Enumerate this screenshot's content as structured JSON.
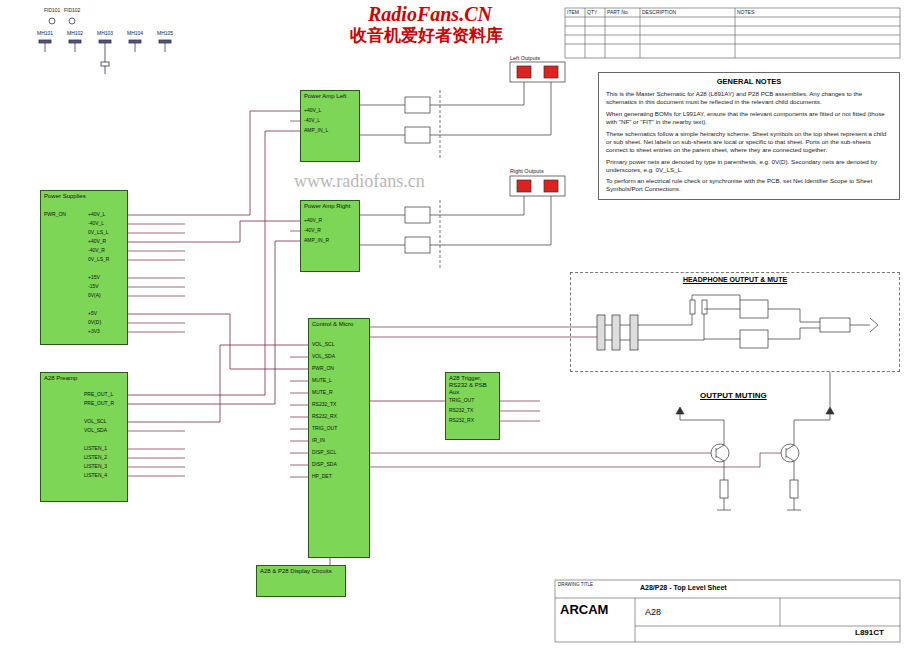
{
  "diagram": {
    "nodes": [
      {
        "text": [
          "Power Supplies"
        ]
      },
      {
        "text": [
          "A28 Preamp"
        ]
      },
      {
        "text": [
          "Power Amp Left"
        ]
      },
      {
        "text": [
          "Power Amp Right"
        ]
      },
      {
        "text": [
          "Control & Micro"
        ]
      },
      {
        "text": [
          "A28 Trigger, RS232 & PSB Aux"
        ]
      },
      {
        "text": [
          "A28 & P28 Display Circuits"
        ]
      },
      {
        "text": [
          "GENERAL NOTES",
          "This is the Master Schematic for A28 (L891AY) and P28 PCB assemblies. Any changes to the schematics in this document must be reflected in the relevant child documents.",
          "When generating BOMs for L991AY, ensure that the relevant components are fitted or not fitted (those with \"NF\" or \"FIT\" in the nearby text).",
          "These schematics follow a simple heirarchy scheme. Sheet symbols on the top sheet represent a child or sub sheet. Net labels on sub-sheets are local or specific to that sheet. Ports on the sub-sheets connect to sheet entries on the parent sheet, where they are connected together.",
          "Primary power nets are denoted by type in parenthesis, e.g. 0V(D). Secondary nets are denoted by underscores, e.g. 0V_LS_L.",
          "To perform an electrical rule check or synchronise with the PCB, set Net Identifier Scope to Sheet Symbols/Port Connections."
        ]
      },
      {
        "text": [
          "HEADPHONE OUTPUT & MUTE"
        ]
      }
    ],
    "edges": [
      {
        "from": 0,
        "to": 2,
        "arrow": "none"
      },
      {
        "from": 0,
        "to": 3,
        "arrow": "none"
      },
      {
        "from": 0,
        "to": 4,
        "arrow": "none"
      },
      {
        "from": 1,
        "to": 4,
        "arrow": "none"
      },
      {
        "from": 1,
        "to": 2,
        "arrow": "none"
      },
      {
        "from": 1,
        "to": 3,
        "arrow": "none"
      },
      {
        "from": 4,
        "to": 5,
        "arrow": "none"
      },
      {
        "from": 4,
        "to": 6,
        "arrow": "none"
      }
    ],
    "labels": [
      "RadioFans.CN",
      "收音机爱好者资料库",
      "www.radiofans.cn",
      "FID101",
      "FID102",
      "MH101",
      "MH102",
      "MH103",
      "MH104",
      "MH105",
      "Left Outputs",
      "Right Outputs",
      "ITEM",
      "QTY",
      "PART No.",
      "DESCRIPTION",
      "NOTES",
      "DRAWING TITLE",
      "A28/P28 - Top Level Sheet",
      "ARCAM",
      "A28",
      "L891CT",
      "OUTPUT MUTING",
      "PWR_ON",
      "+40V_L",
      "-40V_L",
      "0V_LS_L",
      "+40V_R",
      "-40V_R",
      "0V_LS_R",
      "+15V",
      "-15V",
      "0V(A)",
      "+5V",
      "0V(D)",
      "+3V3",
      "PRE_OUT_L",
      "PRE_OUT_R",
      "VOL_SCL",
      "VOL_SDA",
      "LISTEN_1",
      "LISTEN_2",
      "LISTEN_3",
      "LISTEN_4",
      "+40V_L",
      "-40V_L",
      "AMP_IN_L",
      "+40V_R",
      "-40V_R",
      "AMP_IN_R",
      "VOL_SCL",
      "VOL_SDA",
      "PWR_ON",
      "MUTE_L",
      "MUTE_R",
      "RS232_TX",
      "RS232_RX",
      "TRIG_OUT",
      "IR_IN",
      "DISP_SCL",
      "DISP_SDA",
      "HP_DET",
      "TRIG_OUT",
      "RS232_TX",
      "RS232_RX"
    ]
  }
}
